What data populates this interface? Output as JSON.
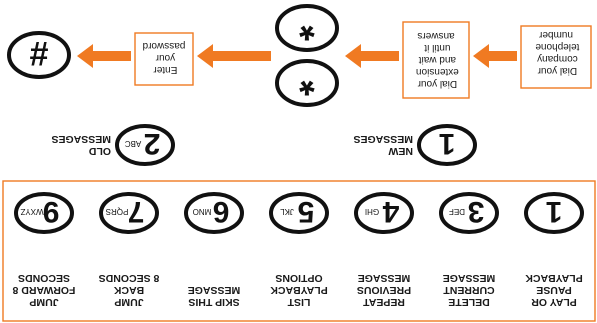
{
  "flow": {
    "steps": [
      {
        "lines": [
          "Dial your",
          "company",
          "telephone",
          "number"
        ]
      },
      {
        "lines": [
          "Dial your",
          "extension",
          "and wait",
          "until it",
          "answers"
        ]
      },
      {
        "lines": [
          "Enter",
          "your",
          "password"
        ]
      }
    ],
    "star_key": "*",
    "hash_key": "#"
  },
  "menu": {
    "keys": [
      {
        "digit": "1",
        "letters": "",
        "caption": [
          "NEW",
          "MESSAGES"
        ]
      },
      {
        "digit": "2",
        "letters": "ABC",
        "caption": [
          "OLD",
          "MESSAGES"
        ]
      }
    ]
  },
  "playback": {
    "keys": [
      {
        "digit": "1",
        "letters": "",
        "caption": [
          "PLAY OR",
          "PAUSE",
          "PLAYBACK"
        ]
      },
      {
        "digit": "3",
        "letters": "DEF",
        "caption": [
          "DELETE",
          "CURRENT",
          "MESSAGE"
        ]
      },
      {
        "digit": "4",
        "letters": "GHI",
        "caption": [
          "REPEAT",
          "PREVIOUS",
          "MESSAGE"
        ]
      },
      {
        "digit": "5",
        "letters": "JKL",
        "caption": [
          "LIST",
          "PLAYBACK",
          "OPTIONS"
        ]
      },
      {
        "digit": "6",
        "letters": "MNO",
        "caption": [
          "SKIP THIS",
          "MESSAGE"
        ]
      },
      {
        "digit": "7",
        "letters": "PQRS",
        "caption": [
          "JUMP",
          "BACK",
          "8 SECONDS"
        ]
      },
      {
        "digit": "9",
        "letters": "WXYZ",
        "caption": [
          "JUMP",
          "FORWARD 8",
          "SECONDS"
        ]
      }
    ]
  },
  "colors": {
    "accent": "#f07a22",
    "key_fill": "#ffffff",
    "key_stroke": "#111111",
    "text": "#1a1a1a"
  }
}
